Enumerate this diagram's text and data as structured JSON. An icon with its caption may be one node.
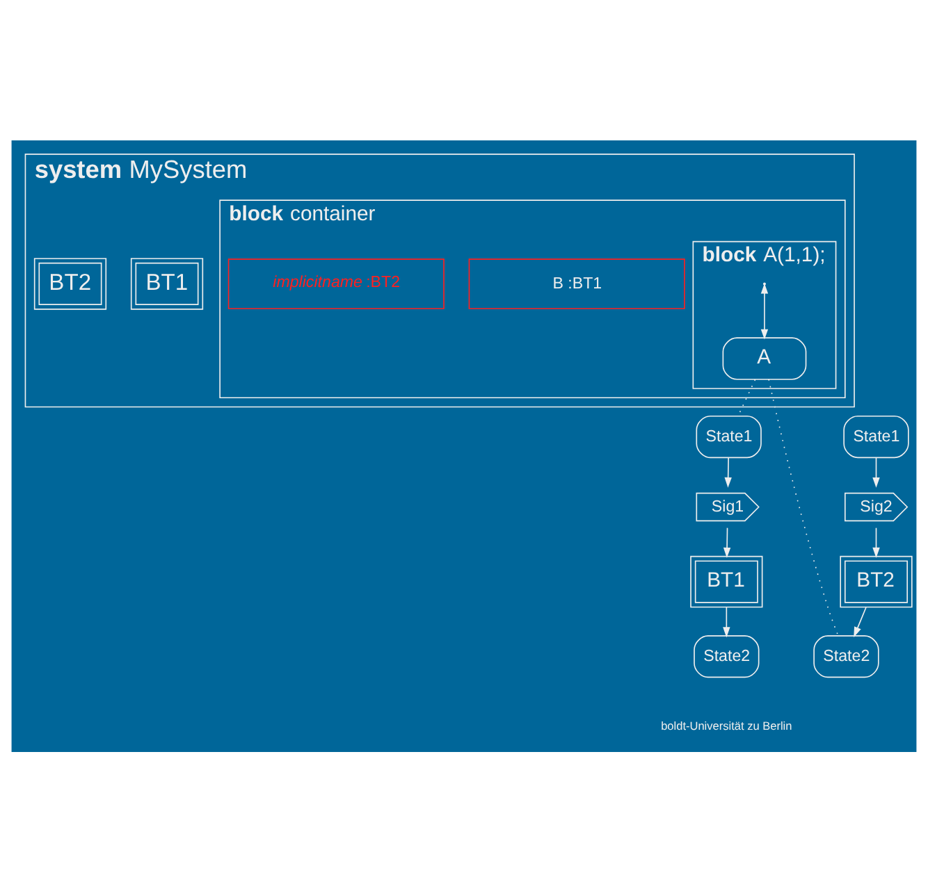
{
  "diagram": {
    "nodes": [
      {
        "text": [
          "**system** MySystem"
        ]
      },
      {
        "text": [
          "BT1"
        ],
        "in": 0
      },
      {
        "text": [
          "BT2"
        ],
        "in": 0
      },
      {
        "text": [
          "**block** container"
        ],
        "in": 0
      },
      {
        "text": [
          "B :BT1"
        ],
        "in": 3
      },
      {
        "text": [
          "*implicitname* :BT2"
        ],
        "in": 3
      },
      {
        "text": [
          "**block** A(1,1);"
        ],
        "in": 3
      },
      {
        "text": [
          "A"
        ],
        "in": 6
      },
      {
        "text": [
          "State1"
        ]
      },
      {
        "text": [
          "Sig1"
        ]
      },
      {
        "text": [
          "BT1"
        ]
      },
      {
        "text": [
          "State2"
        ]
      },
      {
        "text": [
          "State1"
        ]
      },
      {
        "text": [
          "Sig2"
        ]
      },
      {
        "text": [
          "BT2"
        ]
      },
      {
        "text": [
          "State2"
        ]
      }
    ],
    "edges": [
      {
        "from": null,
        "to": 7,
        "arrow": "both"
      },
      {
        "from": 7,
        "to": 8,
        "arrow": "none",
        "style": "dashed"
      },
      {
        "from": 7,
        "to": 15,
        "arrow": "none",
        "style": "dashed"
      },
      {
        "from": 8,
        "to": 9,
        "arrow": "to"
      },
      {
        "from": 9,
        "to": 10,
        "arrow": "to"
      },
      {
        "from": 10,
        "to": 11,
        "arrow": "to"
      },
      {
        "from": 12,
        "to": 13,
        "arrow": "to"
      },
      {
        "from": 13,
        "to": 14,
        "arrow": "to"
      },
      {
        "from": 14,
        "to": 15,
        "arrow": "to"
      }
    ],
    "labels": [
      "boldt-Universität zu Berlin"
    ]
  }
}
